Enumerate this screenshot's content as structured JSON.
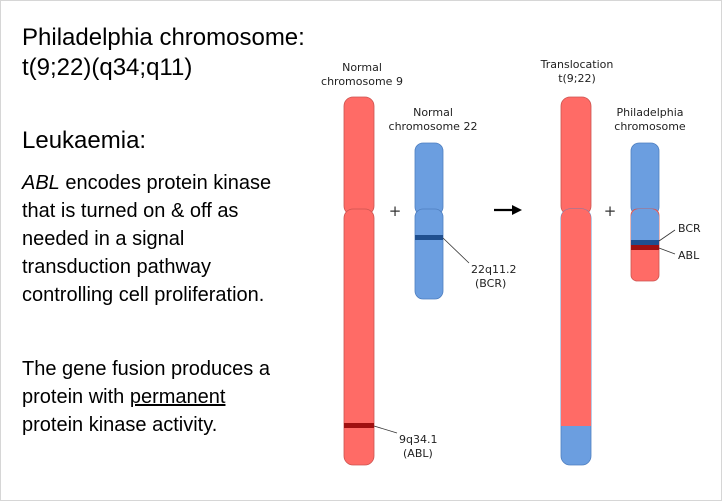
{
  "slide": {
    "title_line1": "Philadelphia chromosome:",
    "title_line2": "t(9;22)(q34;q11)",
    "heading": "Leukaemia:",
    "para1_italic": "ABL",
    "para1_rest": " encodes protein kinase that is turned on & off as needed in a signal transduction pathway controlling cell proliferation.",
    "para2_a": "The gene fusion produces a protein with ",
    "para2_underlined": "permanent",
    "para2_b": " protein kinase activity."
  },
  "diagram": {
    "label_chr9_l1": "Normal",
    "label_chr9_l2": "chromosome 9",
    "label_chr22_l1": "Normal",
    "label_chr22_l2": "chromosome 22",
    "label_trans_l1": "Translocation",
    "label_trans_l2": "t(9;22)",
    "label_ph_l1": "Philadelphia",
    "label_ph_l2": "chromosome",
    "plus1": "+",
    "plus2": "+",
    "arrow": "→",
    "band22_l1": "22q11.2",
    "band22_l2": "(BCR)",
    "band9_l1": "9q34.1",
    "band9_l2": "(ABL)",
    "bcr": "BCR",
    "abl": "ABL",
    "colors": {
      "chr9": "#ff6b66",
      "chr22": "#6b9ee0",
      "bcr_band": "#1f4f8f",
      "abl_band": "#a01010"
    }
  }
}
